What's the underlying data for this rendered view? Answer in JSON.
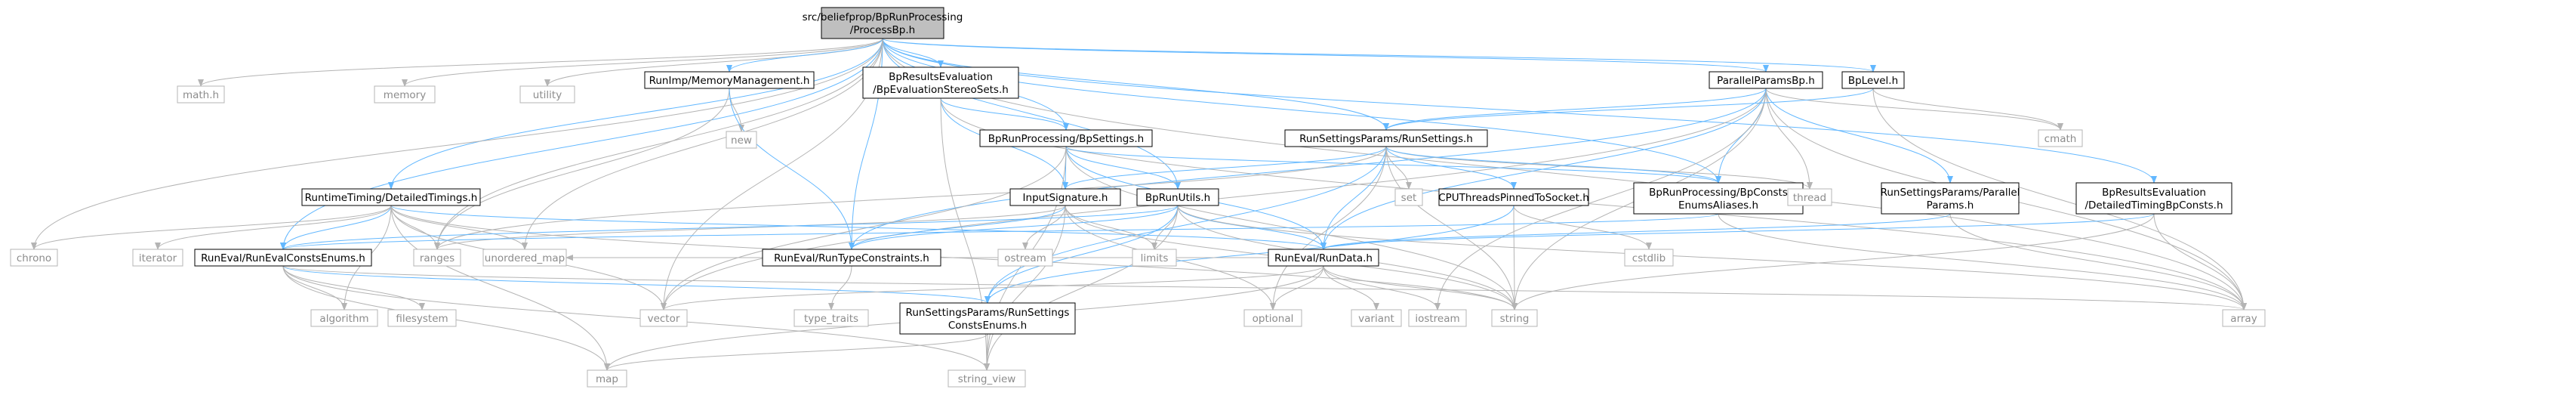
{
  "colors": {
    "root_fill": "#bfbfbf",
    "node_fill": "#ffffff",
    "border_header": "#000000",
    "system_header_text": "#8c8c8c",
    "project_header_text": "#000000",
    "edge": "#63b8ff",
    "edge_system": "#b4b4b4"
  },
  "nodes": [
    {
      "id": "root",
      "kind": "root",
      "lines": [
        "src/beliefprop/BpRunProcessing",
        "/ProcessBp.h"
      ]
    },
    {
      "id": "math",
      "kind": "system",
      "lines": [
        "math.h"
      ]
    },
    {
      "id": "memory",
      "kind": "system",
      "lines": [
        "memory"
      ]
    },
    {
      "id": "utility",
      "kind": "system",
      "lines": [
        "utility"
      ]
    },
    {
      "id": "memmgmt",
      "kind": "project",
      "lines": [
        "RunImp/MemoryManagement.h"
      ]
    },
    {
      "id": "bpevalstereo",
      "kind": "project",
      "lines": [
        "BpResultsEvaluation",
        "/BpEvaluationStereoSets.h"
      ]
    },
    {
      "id": "parparams",
      "kind": "project",
      "lines": [
        "ParallelParamsBp.h"
      ]
    },
    {
      "id": "bplevel",
      "kind": "project",
      "lines": [
        "BpLevel.h"
      ]
    },
    {
      "id": "new",
      "kind": "system",
      "lines": [
        "new"
      ]
    },
    {
      "id": "bpsettings",
      "kind": "project",
      "lines": [
        "BpRunProcessing/BpSettings.h"
      ]
    },
    {
      "id": "runsettings",
      "kind": "project",
      "lines": [
        "RunSettingsParams/RunSettings.h"
      ]
    },
    {
      "id": "cmath",
      "kind": "system",
      "lines": [
        "cmath"
      ]
    },
    {
      "id": "dettimings",
      "kind": "project",
      "lines": [
        "RuntimeTiming/DetailedTimings.h"
      ]
    },
    {
      "id": "inputsig",
      "kind": "project",
      "lines": [
        "InputSignature.h"
      ]
    },
    {
      "id": "bprunutils",
      "kind": "project",
      "lines": [
        "BpRunUtils.h"
      ]
    },
    {
      "id": "set",
      "kind": "system",
      "lines": [
        "set"
      ]
    },
    {
      "id": "cputhreads",
      "kind": "project",
      "lines": [
        "CPUThreadsPinnedToSocket.h"
      ]
    },
    {
      "id": "bpconstsalias",
      "kind": "project",
      "lines": [
        "BpRunProcessing/BpConsts",
        "EnumsAliases.h"
      ]
    },
    {
      "id": "thread",
      "kind": "system",
      "lines": [
        "thread"
      ]
    },
    {
      "id": "rsparallel",
      "kind": "project",
      "lines": [
        "RunSettingsParams/Parallel",
        "Params.h"
      ]
    },
    {
      "id": "dettimingbp",
      "kind": "project",
      "lines": [
        "BpResultsEvaluation",
        "/DetailedTimingBpConsts.h"
      ]
    },
    {
      "id": "chrono",
      "kind": "system",
      "lines": [
        "chrono"
      ]
    },
    {
      "id": "iterator",
      "kind": "system",
      "lines": [
        "iterator"
      ]
    },
    {
      "id": "runevalconsts",
      "kind": "project",
      "lines": [
        "RunEval/RunEvalConstsEnums.h"
      ]
    },
    {
      "id": "ranges",
      "kind": "system",
      "lines": [
        "ranges"
      ]
    },
    {
      "id": "unorderedmap",
      "kind": "system",
      "lines": [
        "unordered_map"
      ]
    },
    {
      "id": "ostream",
      "kind": "system",
      "lines": [
        "ostream"
      ]
    },
    {
      "id": "limits",
      "kind": "system",
      "lines": [
        "limits"
      ]
    },
    {
      "id": "runtypeconstr",
      "kind": "project",
      "lines": [
        "RunEval/RunTypeConstraints.h"
      ]
    },
    {
      "id": "rundata",
      "kind": "project",
      "lines": [
        "RunEval/RunData.h"
      ]
    },
    {
      "id": "cstdlib",
      "kind": "system",
      "lines": [
        "cstdlib"
      ]
    },
    {
      "id": "typetraits",
      "kind": "system",
      "lines": [
        "type_traits"
      ]
    },
    {
      "id": "algorithm",
      "kind": "system",
      "lines": [
        "algorithm"
      ]
    },
    {
      "id": "filesystem",
      "kind": "system",
      "lines": [
        "filesystem"
      ]
    },
    {
      "id": "vector",
      "kind": "system",
      "lines": [
        "vector"
      ]
    },
    {
      "id": "rsconstsenums",
      "kind": "project",
      "lines": [
        "RunSettingsParams/RunSettings",
        "ConstsEnums.h"
      ]
    },
    {
      "id": "optional",
      "kind": "system",
      "lines": [
        "optional"
      ]
    },
    {
      "id": "variant",
      "kind": "system",
      "lines": [
        "variant"
      ]
    },
    {
      "id": "iostream",
      "kind": "system",
      "lines": [
        "iostream"
      ]
    },
    {
      "id": "string",
      "kind": "system",
      "lines": [
        "string"
      ]
    },
    {
      "id": "array",
      "kind": "system",
      "lines": [
        "array"
      ]
    },
    {
      "id": "map",
      "kind": "system",
      "lines": [
        "map"
      ]
    },
    {
      "id": "stringview",
      "kind": "system",
      "lines": [
        "string_view"
      ]
    }
  ],
  "edges": [
    [
      "root",
      "math"
    ],
    [
      "root",
      "memory"
    ],
    [
      "root",
      "utility"
    ],
    [
      "root",
      "memmgmt"
    ],
    [
      "root",
      "bpevalstereo"
    ],
    [
      "root",
      "parparams"
    ],
    [
      "root",
      "bplevel"
    ],
    [
      "root",
      "bpsettings"
    ],
    [
      "root",
      "runsettings"
    ],
    [
      "root",
      "dettimings"
    ],
    [
      "root",
      "bprunutils"
    ],
    [
      "root",
      "bpconstsalias"
    ],
    [
      "root",
      "dettimingbp"
    ],
    [
      "root",
      "chrono"
    ],
    [
      "root",
      "runevalconsts"
    ],
    [
      "root",
      "ranges"
    ],
    [
      "root",
      "unorderedmap"
    ],
    [
      "root",
      "runtypeconstr"
    ],
    [
      "root",
      "vector"
    ],
    [
      "root",
      "array"
    ],
    [
      "memmgmt",
      "new"
    ],
    [
      "memmgmt",
      "ranges"
    ],
    [
      "memmgmt",
      "runtypeconstr"
    ],
    [
      "bpevalstereo",
      "bpsettings"
    ],
    [
      "bpevalstereo",
      "inputsig"
    ],
    [
      "bpevalstereo",
      "array"
    ],
    [
      "bpevalstereo",
      "stringview"
    ],
    [
      "parparams",
      "runsettings"
    ],
    [
      "parparams",
      "rsparallel"
    ],
    [
      "parparams",
      "bpconstsalias"
    ],
    [
      "parparams",
      "rundata"
    ],
    [
      "parparams",
      "thread"
    ],
    [
      "parparams",
      "cmath"
    ],
    [
      "parparams",
      "array"
    ],
    [
      "parparams",
      "string"
    ],
    [
      "parparams",
      "iostream"
    ],
    [
      "parparams",
      "vector"
    ],
    [
      "parparams",
      "runtypeconstr"
    ],
    [
      "bplevel",
      "runsettings"
    ],
    [
      "bplevel",
      "cmath"
    ],
    [
      "bplevel",
      "array"
    ],
    [
      "bpsettings",
      "inputsig"
    ],
    [
      "bpsettings",
      "bprunutils"
    ],
    [
      "bpsettings",
      "rundata"
    ],
    [
      "bpsettings",
      "stringview"
    ],
    [
      "bpsettings",
      "vector"
    ],
    [
      "bpsettings",
      "string"
    ],
    [
      "bpsettings",
      "bpconstsalias"
    ],
    [
      "runsettings",
      "inputsig"
    ],
    [
      "runsettings",
      "rundata"
    ],
    [
      "runsettings",
      "cputhreads"
    ],
    [
      "runsettings",
      "set"
    ],
    [
      "runsettings",
      "thread"
    ],
    [
      "runsettings",
      "rsconstsenums"
    ],
    [
      "runsettings",
      "string"
    ],
    [
      "runsettings",
      "optional"
    ],
    [
      "runsettings",
      "bpconstsalias"
    ],
    [
      "runsettings",
      "ranges"
    ],
    [
      "dettimings",
      "runevalconsts"
    ],
    [
      "dettimings",
      "rundata"
    ],
    [
      "dettimings",
      "chrono"
    ],
    [
      "dettimings",
      "iterator"
    ],
    [
      "dettimings",
      "ranges"
    ],
    [
      "dettimings",
      "unorderedmap"
    ],
    [
      "dettimings",
      "algorithm"
    ],
    [
      "dettimings",
      "map"
    ],
    [
      "dettimings",
      "vector"
    ],
    [
      "dettimings",
      "string"
    ],
    [
      "inputsig",
      "ostream"
    ],
    [
      "inputsig",
      "limits"
    ],
    [
      "inputsig",
      "runtypeconstr"
    ],
    [
      "inputsig",
      "optional"
    ],
    [
      "inputsig",
      "stringview"
    ],
    [
      "inputsig",
      "string"
    ],
    [
      "inputsig",
      "ranges"
    ],
    [
      "bprunutils",
      "limits"
    ],
    [
      "bprunutils",
      "runtypeconstr"
    ],
    [
      "bprunutils",
      "rundata"
    ],
    [
      "bprunutils",
      "rsconstsenums"
    ],
    [
      "bprunutils",
      "stringview"
    ],
    [
      "bprunutils",
      "string"
    ],
    [
      "bprunutils",
      "array"
    ],
    [
      "bprunutils",
      "runevalconsts"
    ],
    [
      "cputhreads",
      "cstdlib"
    ],
    [
      "cputhreads",
      "string"
    ],
    [
      "cputhreads",
      "rsconstsenums"
    ],
    [
      "bpconstsalias",
      "runevalconsts"
    ],
    [
      "bpconstsalias",
      "array"
    ],
    [
      "rsparallel",
      "rundata"
    ],
    [
      "rsparallel",
      "array"
    ],
    [
      "dettimingbp",
      "rundata"
    ],
    [
      "dettimingbp",
      "array"
    ],
    [
      "dettimingbp",
      "string"
    ],
    [
      "runevalconsts",
      "algorithm"
    ],
    [
      "runevalconsts",
      "filesystem"
    ],
    [
      "runevalconsts",
      "map"
    ],
    [
      "runevalconsts",
      "rsconstsenums"
    ],
    [
      "runevalconsts",
      "stringview"
    ],
    [
      "runevalconsts",
      "array"
    ],
    [
      "runtypeconstr",
      "typetraits"
    ],
    [
      "rundata",
      "optional"
    ],
    [
      "rundata",
      "variant"
    ],
    [
      "rundata",
      "iostream"
    ],
    [
      "rundata",
      "string"
    ],
    [
      "rundata",
      "map"
    ],
    [
      "rundata",
      "vector"
    ],
    [
      "rundata",
      "unorderedmap"
    ],
    [
      "rsconstsenums",
      "map"
    ],
    [
      "rsconstsenums",
      "stringview"
    ]
  ]
}
